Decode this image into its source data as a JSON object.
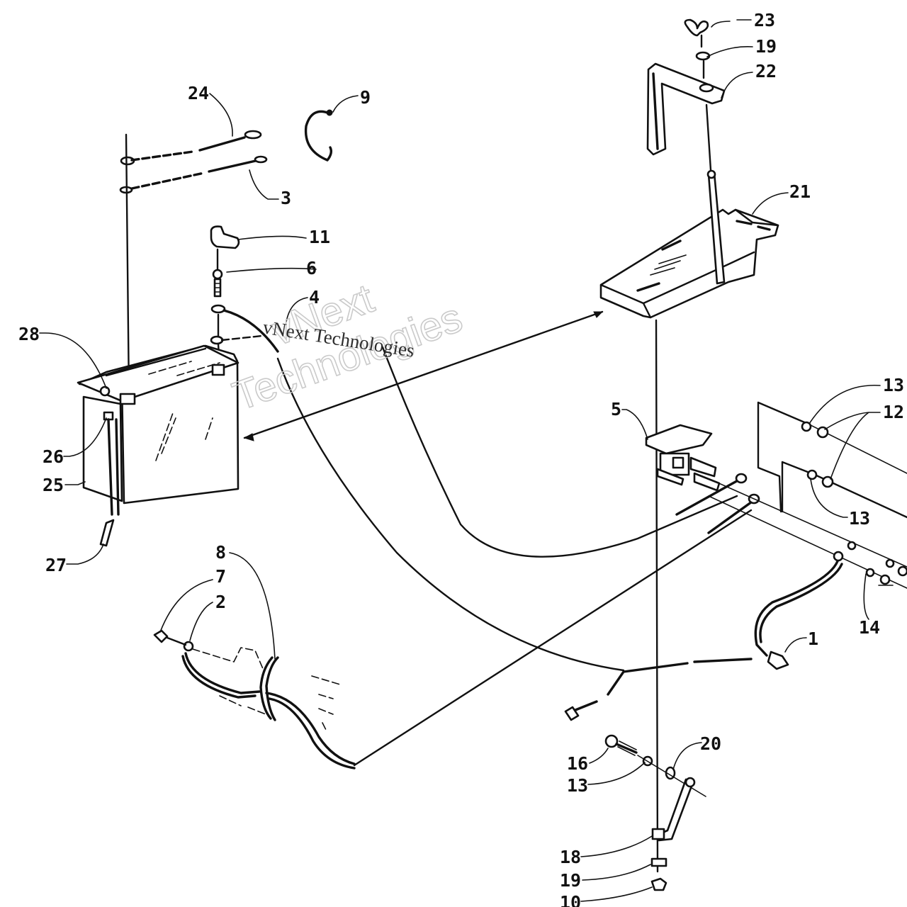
{
  "diagram": {
    "title": "Battery and Electrical Components — Exploded Parts View",
    "watermark": {
      "line1": "vNext",
      "line2": "Technologies",
      "inline": "vNext Technologies"
    },
    "callouts": [
      {
        "id": "c23",
        "number": "23",
        "part": "wing-nut"
      },
      {
        "id": "c19a",
        "number": "19",
        "part": "washer-top"
      },
      {
        "id": "c22",
        "number": "22",
        "part": "hold-down-bracket"
      },
      {
        "id": "c21",
        "number": "21",
        "part": "battery-tray"
      },
      {
        "id": "c24",
        "number": "24",
        "part": "battery-cable-upper"
      },
      {
        "id": "c9",
        "number": "9",
        "part": "cable-clip"
      },
      {
        "id": "c3",
        "number": "3",
        "part": "battery-cable-lower"
      },
      {
        "id": "c11",
        "number": "11",
        "part": "terminal-boot"
      },
      {
        "id": "c6",
        "number": "6",
        "part": "terminal-screw"
      },
      {
        "id": "c4",
        "number": "4",
        "part": "positive-cable"
      },
      {
        "id": "c28",
        "number": "28",
        "part": "vent-cap"
      },
      {
        "id": "c26",
        "number": "26",
        "part": "vent-fitting"
      },
      {
        "id": "c25",
        "number": "25",
        "part": "battery"
      },
      {
        "id": "c27",
        "number": "27",
        "part": "vent-tube-end"
      },
      {
        "id": "c5",
        "number": "5",
        "part": "starter-solenoid"
      },
      {
        "id": "c13a",
        "number": "13",
        "part": "lock-washer-upper"
      },
      {
        "id": "c12",
        "number": "12",
        "part": "nuts"
      },
      {
        "id": "c13b",
        "number": "13",
        "part": "lock-washer-middle"
      },
      {
        "id": "c14",
        "number": "14",
        "part": "lock-washer-lower"
      },
      {
        "id": "c1",
        "number": "1",
        "part": "ground-cable"
      },
      {
        "id": "c8",
        "number": "8",
        "part": "cable-tie"
      },
      {
        "id": "c7",
        "number": "7",
        "part": "nut"
      },
      {
        "id": "c2",
        "number": "2",
        "part": "starter-cable"
      },
      {
        "id": "c20",
        "number": "20",
        "part": "washer"
      },
      {
        "id": "c16",
        "number": "16",
        "part": "cap-screw"
      },
      {
        "id": "c13c",
        "number": "13",
        "part": "lock-washer-bottom"
      },
      {
        "id": "c18",
        "number": "18",
        "part": "bracket-nut"
      },
      {
        "id": "c19b",
        "number": "19",
        "part": "washer-bottom"
      },
      {
        "id": "c10",
        "number": "10",
        "part": "hex-nut"
      }
    ]
  }
}
